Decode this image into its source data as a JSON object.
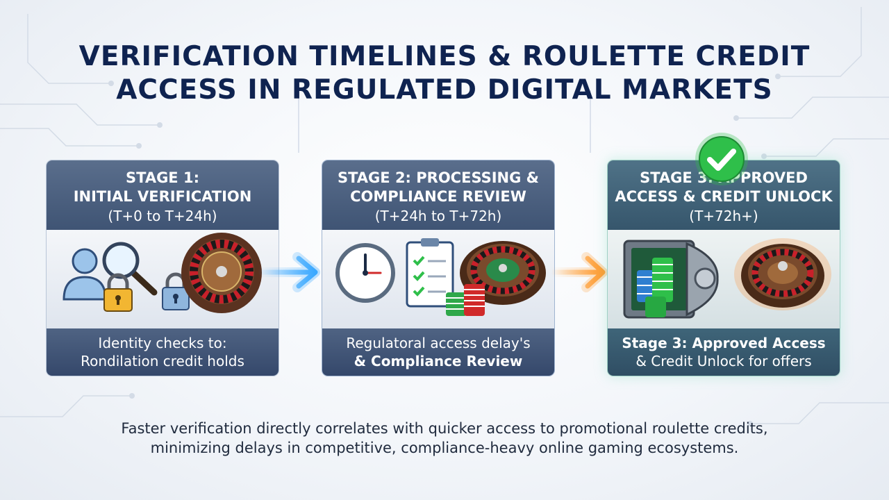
{
  "title": {
    "line1": "VERIFICATION TIMELINES & ROULETTE CREDIT",
    "line2": "ACCESS IN REGULATED DIGITAL MARKETS"
  },
  "stages": [
    {
      "heading_line1": "STAGE 1:",
      "heading_line2": "INITIAL VERIFICATION",
      "timeframe": "(T+0 to T+24h)",
      "footer_line1": "Identity checks to:",
      "footer_line2": "Rondilation credit holds",
      "icons": [
        "user-icon",
        "magnifier-icon",
        "padlock-icon",
        "padlock-icon",
        "roulette-wheel-icon"
      ]
    },
    {
      "heading_line1": "STAGE 2: PROCESSING &",
      "heading_line2": "COMPLIANCE REVIEW",
      "timeframe": "(T+24h to T+72h)",
      "footer_line1": "Regulatoral access delay's",
      "footer_line2": "& Compliance Review",
      "icons": [
        "clock-icon",
        "checklist-icon",
        "chip-stack-icon",
        "roulette-wheel-icon"
      ]
    },
    {
      "heading_line1": "STAGE 3: APPROVED",
      "heading_line2": "ACCESS & CREDIT UNLOCK",
      "timeframe": "(T+72h+)",
      "footer_line1": "Stage 3: Approved Access",
      "footer_line2": "& Credit Unlock for offers",
      "icons": [
        "vault-icon",
        "chip-stack-icon",
        "roulette-wheel-icon",
        "check-badge-icon"
      ]
    }
  ],
  "caption": {
    "line1": "Faster verification directly correlates with quicker access to promotional roulette credits,",
    "line2": "minimizing delays in competitive, compliance-heavy online gaming ecosystems."
  },
  "colors": {
    "title": "#0f2350",
    "card_header": "#3f5474",
    "arrow_blue": "#3aa8ff",
    "arrow_orange": "#ff9a2e",
    "check_green": "#2fbf4a"
  }
}
